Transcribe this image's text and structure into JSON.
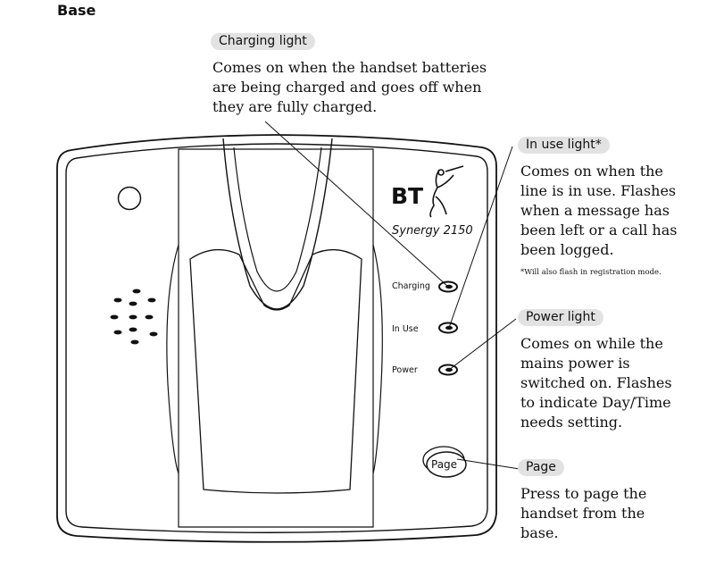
{
  "heading": "Base",
  "device": {
    "brand": "BT",
    "model": "Synergy 2150",
    "lights": [
      {
        "label": "Charging"
      },
      {
        "label": "In Use"
      },
      {
        "label": "Power"
      }
    ],
    "page_button": "Page"
  },
  "callouts": {
    "charging": {
      "tag": "Charging light",
      "lines": [
        "Comes on when the handset batteries",
        "are being charged and goes off when",
        "they are fully charged."
      ]
    },
    "in_use": {
      "tag": "In use light*",
      "lines": [
        "Comes on when the",
        "line is in use. Flashes",
        "when a message has",
        "been left or a call has",
        "been logged."
      ],
      "note": "*Will also flash in registration mode."
    },
    "power": {
      "tag": "Power light",
      "lines": [
        "Comes on while the",
        "mains power is",
        "switched on. Flashes",
        "to indicate Day/Time",
        "needs setting."
      ]
    },
    "page": {
      "tag": "Page",
      "lines": [
        "Press to page the",
        "handset from the",
        "base."
      ]
    }
  }
}
